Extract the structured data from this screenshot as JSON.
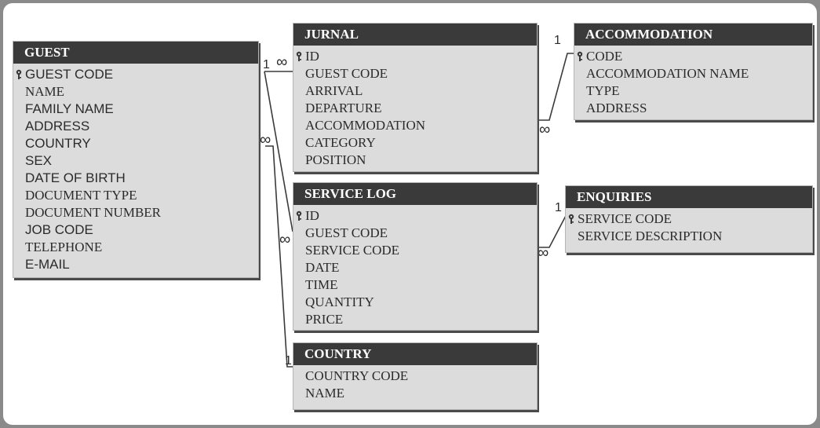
{
  "tables": {
    "guest": {
      "title": "GUEST",
      "fields": [
        "GUEST CODE",
        "NAME",
        "FAMILY NAME",
        "ADDRESS",
        "COUNTRY",
        "SEX",
        "DATE OF BIRTH",
        "DOCUMENT TYPE",
        "DOCUMENT NUMBER",
        "JOB CODE",
        "TELEPHONE",
        "E-MAIL"
      ],
      "primary_key": "GUEST CODE"
    },
    "jurnal": {
      "title": "JURNAL",
      "fields": [
        "ID",
        "GUEST CODE",
        "ARRIVAL",
        "DEPARTURE",
        "ACCOMMODATION",
        "CATEGORY",
        "POSITION"
      ],
      "primary_key": "ID"
    },
    "accommodation": {
      "title": "ACCOMMODATION",
      "fields": [
        "CODE",
        "ACCOMMODATION NAME",
        "TYPE",
        "ADDRESS"
      ],
      "primary_key": "CODE"
    },
    "service_log": {
      "title": "SERVICE LOG",
      "fields": [
        "ID",
        "GUEST CODE",
        "SERVICE CODE",
        "DATE",
        "TIME",
        "QUANTITY",
        "PRICE"
      ],
      "primary_key": "ID"
    },
    "enquiries": {
      "title": "ENQUIRIES",
      "fields": [
        "SERVICE CODE",
        "SERVICE DESCRIPTION"
      ],
      "primary_key": "SERVICE CODE"
    },
    "country": {
      "title": "COUNTRY",
      "fields": [
        "COUNTRY CODE",
        "NAME"
      ],
      "primary_key": null
    }
  },
  "relationships": [
    {
      "from": "GUEST",
      "to": "JURNAL",
      "from_cardinality": "1",
      "to_cardinality": "∞"
    },
    {
      "from": "GUEST",
      "to": "SERVICE LOG",
      "from_cardinality": "1",
      "to_cardinality": "∞"
    },
    {
      "from": "COUNTRY",
      "to": "GUEST",
      "from_cardinality": "1",
      "to_cardinality": "∞"
    },
    {
      "from": "ACCOMMODATION",
      "to": "JURNAL",
      "from_cardinality": "1",
      "to_cardinality": "∞"
    },
    {
      "from": "ENQUIRIES",
      "to": "SERVICE LOG",
      "from_cardinality": "1",
      "to_cardinality": "∞"
    }
  ],
  "colors": {
    "header": "#3a3a3a",
    "body": "#dcdcdc",
    "text": "#2b2b2b",
    "line": "#3a3a3a"
  },
  "icons": {
    "primary_key": "key-icon"
  }
}
